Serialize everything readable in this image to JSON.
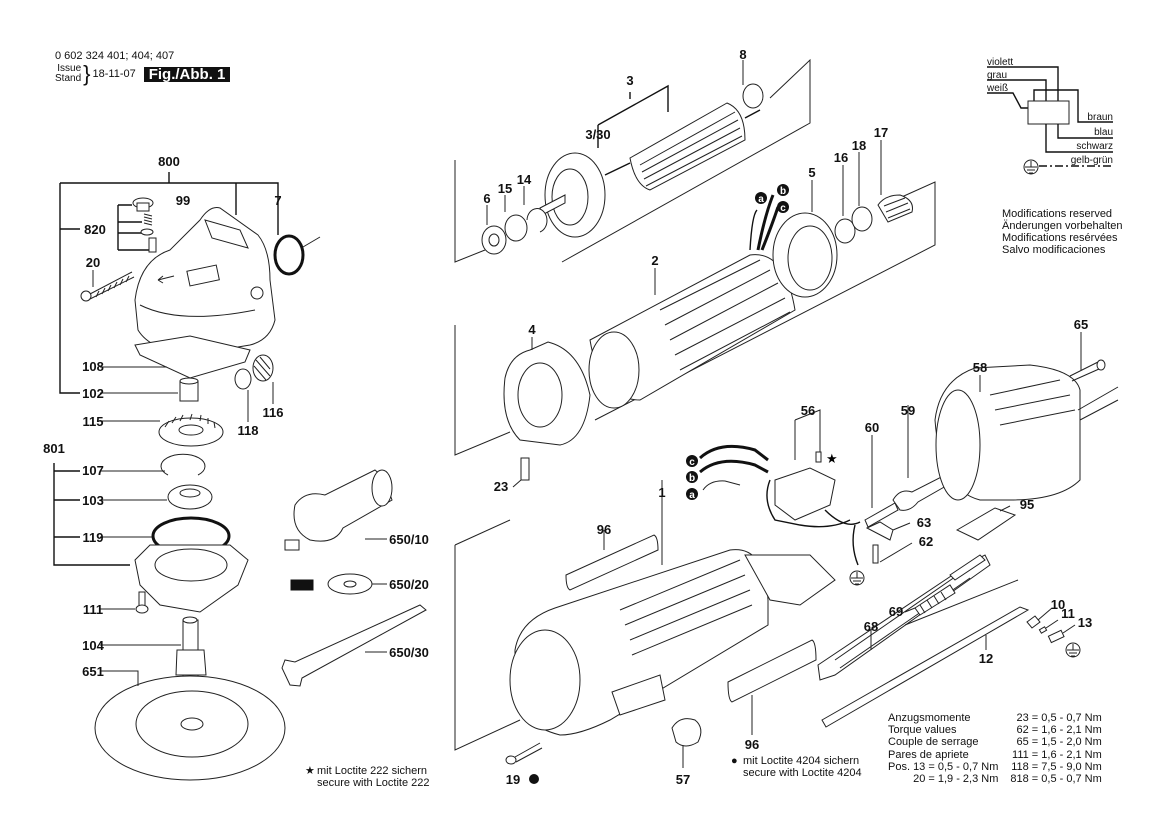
{
  "header": {
    "part_numbers": "0 602 324 401; 404; 407",
    "issue_label": "Issue",
    "stand_label": "Stand",
    "issue_date": "18-11-07",
    "figure_label": "Fig./Abb. 1"
  },
  "wiring_legend": {
    "inputs": [
      "violett",
      "grau",
      "weiß"
    ],
    "outputs": [
      "braun",
      "blau",
      "schwarz",
      "gelb-grün"
    ],
    "ground_symbol": "ground-icon"
  },
  "modifications_notice": [
    "Modifications reserved",
    "Änderungen vorbehalten",
    "Modifications resérvées",
    "Salvo modificaciones"
  ],
  "part_labels": {
    "p800": "800",
    "p99": "99",
    "p7": "7",
    "p820": "820",
    "p20": "20",
    "p108": "108",
    "p102": "102",
    "p115": "115",
    "p118": "118",
    "p116": "116",
    "p801": "801",
    "p107": "107",
    "p103": "103",
    "p119": "119",
    "p111": "111",
    "p104": "104",
    "p651": "651",
    "p650_10": "650/10",
    "p650_20": "650/20",
    "p650_30": "650/30",
    "p3": "3",
    "p3_30": "3/30",
    "p8": "8",
    "p6": "6",
    "p15": "15",
    "p14": "14",
    "p5": "5",
    "p16": "16",
    "p18": "18",
    "p17": "17",
    "p2": "2",
    "p4": "4",
    "p23": "23",
    "p56": "56",
    "p59": "59",
    "p60": "60",
    "p58": "58",
    "p65": "65",
    "p63": "63",
    "p62": "62",
    "p95": "95",
    "p1": "1",
    "p96a": "96",
    "p96b": "96",
    "p69": "69",
    "p68": "68",
    "p12": "12",
    "p10": "10",
    "p11": "11",
    "p13": "13",
    "p19": "19",
    "p57": "57"
  },
  "wire_markers": [
    "a",
    "b",
    "c"
  ],
  "notes": {
    "loctite_222": {
      "symbol": "★",
      "line1": "mit Loctite 222 sichern",
      "line2": "secure with Loctite 222"
    },
    "loctite_4204": {
      "symbol": "●",
      "line1": "mit Loctite 4204 sichern",
      "line2": "secure with Loctite 4204"
    }
  },
  "torque_table": {
    "headings": [
      "Anzugsmomente",
      "Torque values",
      "Couple de serrage",
      "Pares de apriete"
    ],
    "rows": [
      {
        "left": "Anzugsmomente",
        "right": "23 = 0,5 - 0,7 Nm"
      },
      {
        "left": "Torque values",
        "right": "62 = 1,6 - 2,1 Nm"
      },
      {
        "left": "Couple de serrage",
        "right": "65 = 1,5 - 2,0 Nm"
      },
      {
        "left": "Pares de apriete",
        "right": "111 = 1,6 - 2,1 Nm"
      },
      {
        "left": "Pos. 13 = 0,5 - 0,7 Nm",
        "right": "118 = 7,5 - 9,0 Nm"
      },
      {
        "left": "20 = 1,9 - 2,3 Nm",
        "right": "818 = 0,5 - 0,7 Nm"
      }
    ]
  }
}
